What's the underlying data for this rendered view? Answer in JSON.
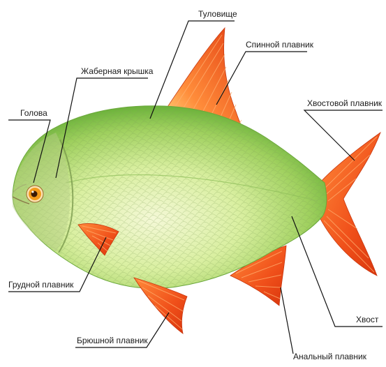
{
  "diagram": {
    "labels": {
      "head": "Голова",
      "gill_cover": "Жаберная крышка",
      "trunk": "Туловище",
      "dorsal_fin": "Спинной плавник",
      "caudal_fin": "Хвостовой плавник",
      "pectoral_fin": "Грудной плавник",
      "pelvic_fin": "Брюшной плавник",
      "tail": "Хвост",
      "anal_fin": "Анальный плавник"
    },
    "colors": {
      "body_light": "#f2f7cf",
      "body_mid": "#b9e27a",
      "body_dark": "#5fae33",
      "fin": "#f25a1c",
      "fin_dark": "#d73a10",
      "eye_iris": "#f39b1c",
      "eye_pupil": "#3a1a05"
    }
  }
}
